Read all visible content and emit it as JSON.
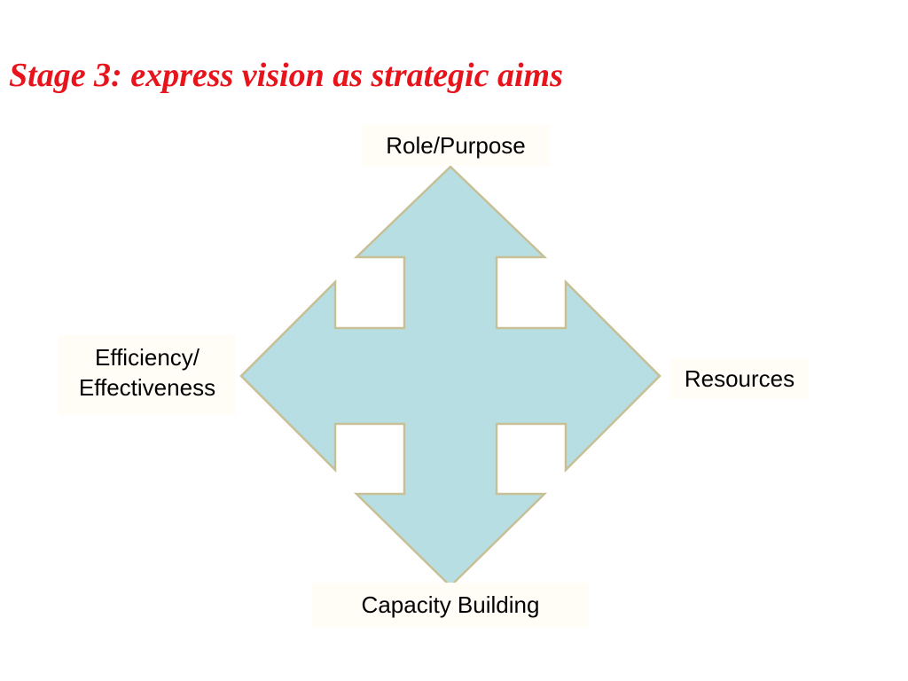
{
  "slide": {
    "title": "Stage 3: express vision as strategic aims"
  },
  "diagram": {
    "labels": {
      "top": "Role/Purpose",
      "left_line1": "Efficiency/",
      "left_line2": "Effectiveness",
      "right": "Resources",
      "bottom": "Capacity Building"
    }
  },
  "colors": {
    "title": "#e8141c",
    "arrow_fill": "#b7dfe3",
    "arrow_stroke": "#c7bf96"
  }
}
